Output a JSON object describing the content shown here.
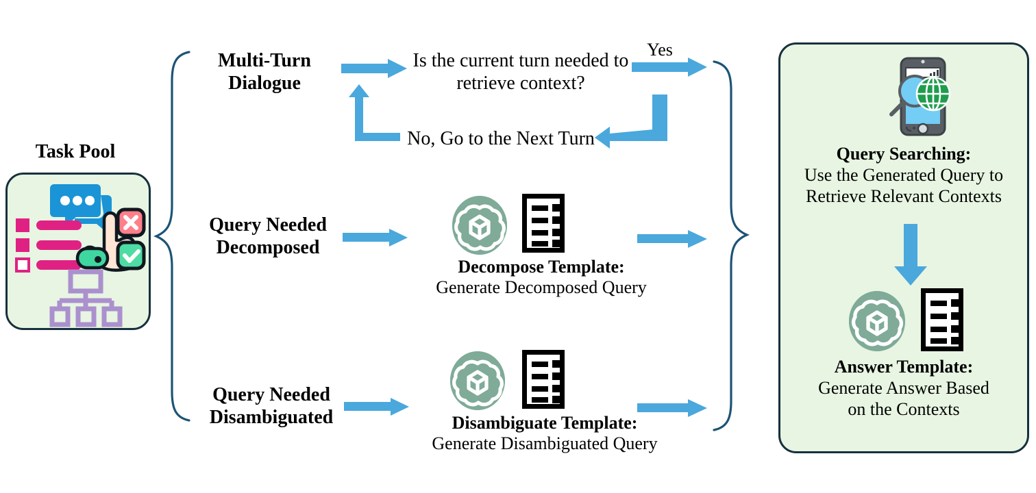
{
  "figure": {
    "type": "pipeline-flow-diagram",
    "background": "#ffffff",
    "accent_arrow_color": "#4aa8dc",
    "panel_fill": "#e7f5e2",
    "panel_border": "#17303d",
    "brace_color": "#1d5476",
    "openai_logo_color": "#7fab98"
  },
  "task_pool": {
    "title": "Task Pool",
    "icons": [
      "chat-bubbles-icon",
      "checklist-icon",
      "pointing-hand-icon",
      "reject-badge-icon",
      "approve-badge-icon",
      "hierarchy-icon"
    ]
  },
  "branches": [
    {
      "id": "multi-turn",
      "label": "Multi-Turn\nDialogue",
      "decision": "Is the current turn needed to\nretrieve context?",
      "yes_label": "Yes",
      "no_label": "No, Go to the Next Turn"
    },
    {
      "id": "decomposed",
      "label": "Query Needed\nDecomposed",
      "template_title": "Decompose Template:",
      "template_sub": "Generate Decomposed Query"
    },
    {
      "id": "disambiguated",
      "label": "Query Needed\nDisambiguated",
      "template_title": "Disambiguate Template:",
      "template_sub": "Generate Disambiguated Query"
    }
  ],
  "right_panel": {
    "search": {
      "title": "Query Searching:",
      "sub": "Use the Generated Query to\nRetrieve Relevant Contexts",
      "icon": "smartphone-search-globe-icon"
    },
    "answer": {
      "title": "Answer Template:",
      "sub": "Generate Answer Based\non the Contexts",
      "icon": "openai-logo-icon"
    }
  }
}
